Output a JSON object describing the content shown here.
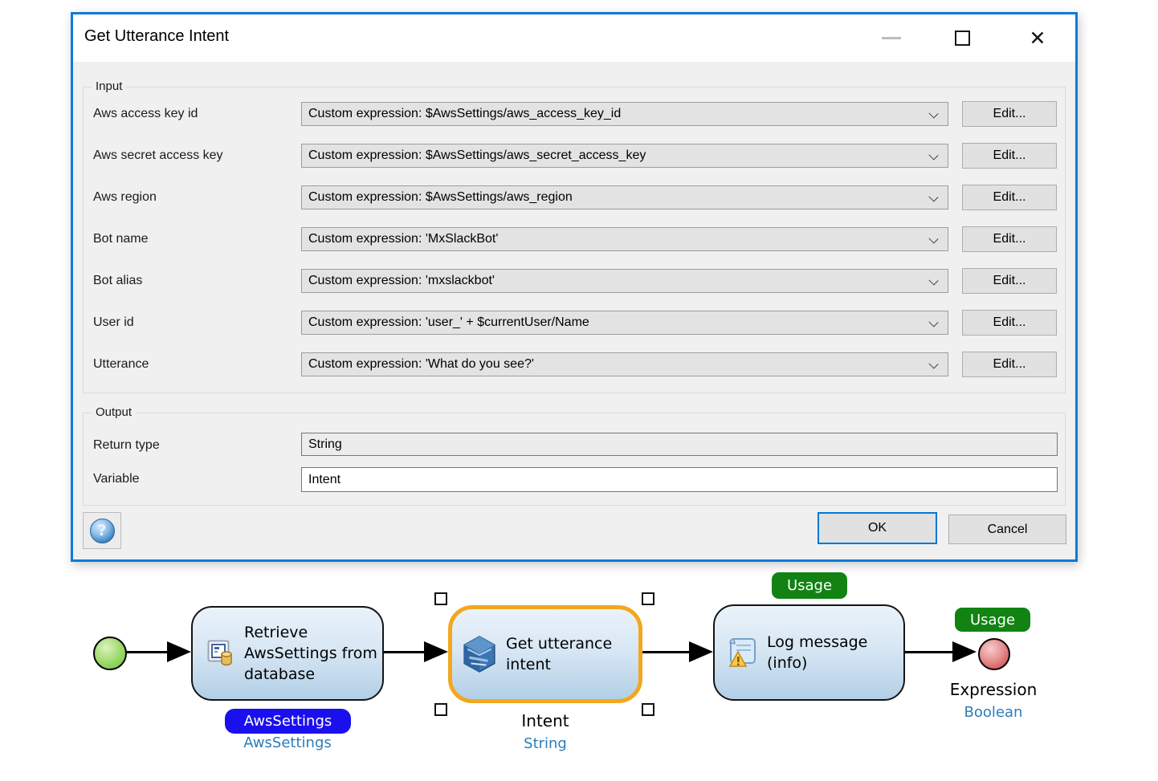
{
  "window": {
    "title": "Get Utterance Intent",
    "minimize_icon": "minimize-dash",
    "maximize_icon": "maximize-square",
    "close_icon": "close-x",
    "close_glyph": "✕"
  },
  "dialog": {
    "input_group": {
      "label": "Input",
      "rows": [
        {
          "label": "Aws access key id",
          "value": "Custom expression: $AwsSettings/aws_access_key_id",
          "edit": "Edit..."
        },
        {
          "label": "Aws secret access key",
          "value": "Custom expression: $AwsSettings/aws_secret_access_key",
          "edit": "Edit..."
        },
        {
          "label": "Aws region",
          "value": "Custom expression: $AwsSettings/aws_region",
          "edit": "Edit..."
        },
        {
          "label": "Bot name",
          "value": "Custom expression: 'MxSlackBot'",
          "edit": "Edit..."
        },
        {
          "label": "Bot alias",
          "value": "Custom expression: 'mxslackbot'",
          "edit": "Edit..."
        },
        {
          "label": "User id",
          "value": "Custom expression: 'user_' + $currentUser/Name",
          "edit": "Edit..."
        },
        {
          "label": "Utterance",
          "value": "Custom expression: 'What do you see?'",
          "edit": "Edit..."
        }
      ]
    },
    "output_group": {
      "label": "Output",
      "return_type_label": "Return type",
      "return_type_value": "String",
      "variable_label": "Variable",
      "variable_value": "Intent"
    },
    "footer": {
      "help_icon": "help-question-icon",
      "help_glyph": "?",
      "ok_label": "OK",
      "cancel_label": "Cancel"
    }
  },
  "diagram": {
    "start_event": {
      "name": "start-event"
    },
    "nodes": [
      {
        "title": "Retrieve AwsSettings from database",
        "icon": "retrieve-from-database-icon",
        "variable_badge": "AwsSettings",
        "variable_type": "AwsSettings",
        "selected": false
      },
      {
        "title": "Get utterance intent",
        "icon": "aws-lex-hexagon-icon",
        "output_name": "Intent",
        "output_type": "String",
        "selected": true
      },
      {
        "title": "Log message (info)",
        "icon": "log-message-icon",
        "usage_badge": "Usage",
        "selected": false
      }
    ],
    "end_event": {
      "usage_badge": "Usage",
      "label": "Expression",
      "type": "Boolean"
    }
  },
  "colors": {
    "window_border_blue": "#0d7ad8",
    "ok_focus_blue": "#0078d7",
    "selection_orange": "#f2a81d",
    "usage_badge_green": "#128212",
    "variable_badge_blue": "#1a10ee",
    "type_text_blue": "#2e7cb8",
    "start_event_green": "#84cf52",
    "end_event_red": "#d86060",
    "node_gradient_top": "#eaf2fa",
    "node_gradient_bottom": "#b2cfe7"
  }
}
